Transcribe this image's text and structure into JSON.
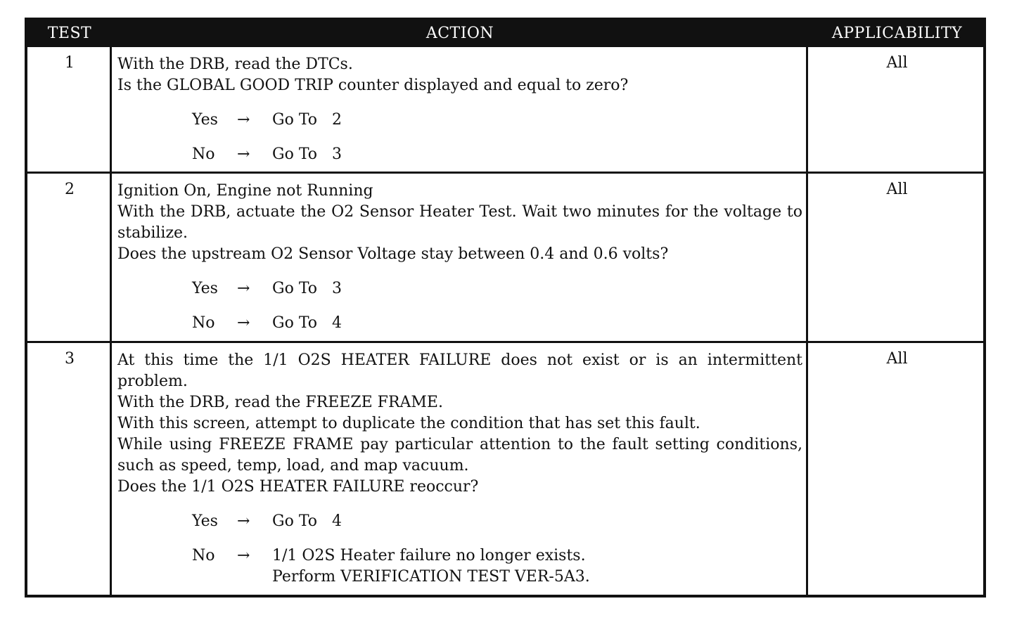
{
  "header": {
    "test": "TEST",
    "action": "ACTION",
    "applicability": "APPLICABILITY"
  },
  "rows": [
    {
      "test": "1",
      "applicability": "All",
      "lines": [
        "With the DRB, read the DTCs.",
        "Is the GLOBAL GOOD TRIP counter displayed and equal to zero?"
      ],
      "choices": [
        {
          "label": "Yes",
          "arrow": "→",
          "result": [
            "Go To   2"
          ]
        },
        {
          "label": "No",
          "arrow": "→",
          "result": [
            "Go To   3"
          ]
        }
      ]
    },
    {
      "test": "2",
      "applicability": "All",
      "lines": [
        "Ignition On, Engine not Running",
        "With the DRB, actuate the O2 Sensor Heater Test. Wait two minutes for the voltage to stabilize.",
        "Does the upstream O2 Sensor Voltage stay between 0.4 and 0.6 volts?"
      ],
      "choices": [
        {
          "label": "Yes",
          "arrow": "→",
          "result": [
            "Go To   3"
          ]
        },
        {
          "label": "No",
          "arrow": "→",
          "result": [
            "Go To   4"
          ]
        }
      ]
    },
    {
      "test": "3",
      "applicability": "All",
      "lines": [
        "At this time the 1/1 O2S HEATER FAILURE does not exist or is an intermittent problem.",
        "With the DRB, read the FREEZE FRAME.",
        "With this screen, attempt to duplicate the condition that has set this fault.",
        "While using FREEZE FRAME pay particular attention to the fault setting condi­tions, such as speed, temp, load, and map vacuum.",
        "Does the 1/1 O2S HEATER FAILURE reoccur?"
      ],
      "choices": [
        {
          "label": "Yes",
          "arrow": "→",
          "result": [
            "Go To   4"
          ]
        },
        {
          "label": "No",
          "arrow": "→",
          "result": [
            "1/1 O2S Heater failure no longer exists.",
            "Perform VERIFICATION TEST VER-5A3."
          ]
        }
      ]
    }
  ]
}
